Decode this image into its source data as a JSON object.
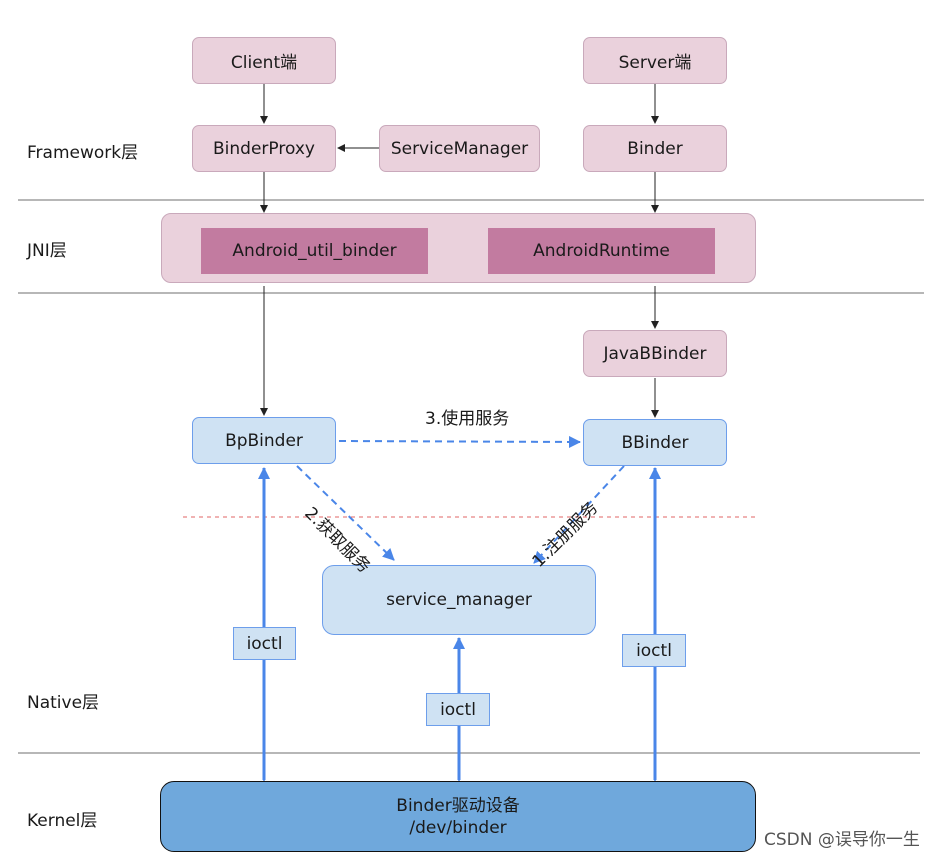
{
  "layers": {
    "framework": "Framework层",
    "jni": "JNI层",
    "native": "Native层",
    "kernel": "Kernel层"
  },
  "nodes": {
    "client": "Client端",
    "server": "Server端",
    "binder_proxy": "BinderProxy",
    "service_manager_java": "ServiceManager",
    "binder": "Binder",
    "android_util_binder": "Android_util_binder",
    "android_runtime": "AndroidRuntime",
    "java_bbinder": "JavaBBinder",
    "bp_binder": "BpBinder",
    "bbinder": "BBinder",
    "service_manager_native": "service_manager",
    "binder_driver_line1": "Binder驱动设备",
    "binder_driver_line2": "/dev/binder"
  },
  "ioctl": {
    "left": "ioctl",
    "center": "ioctl",
    "right": "ioctl"
  },
  "edges": {
    "use_service": "3.使用服务",
    "get_service": "2.获取服务",
    "register_service": "1.注册服务"
  },
  "watermark": "CSDN @误导你一生",
  "colors": {
    "pink_fill": "#ead1dc",
    "dark_pink_fill": "#c27ba0",
    "blue_fill": "#cfe2f3",
    "driver_fill": "#6fa8dc",
    "arrow_blue": "#4a86e8",
    "separator": "#b7b7b7"
  }
}
